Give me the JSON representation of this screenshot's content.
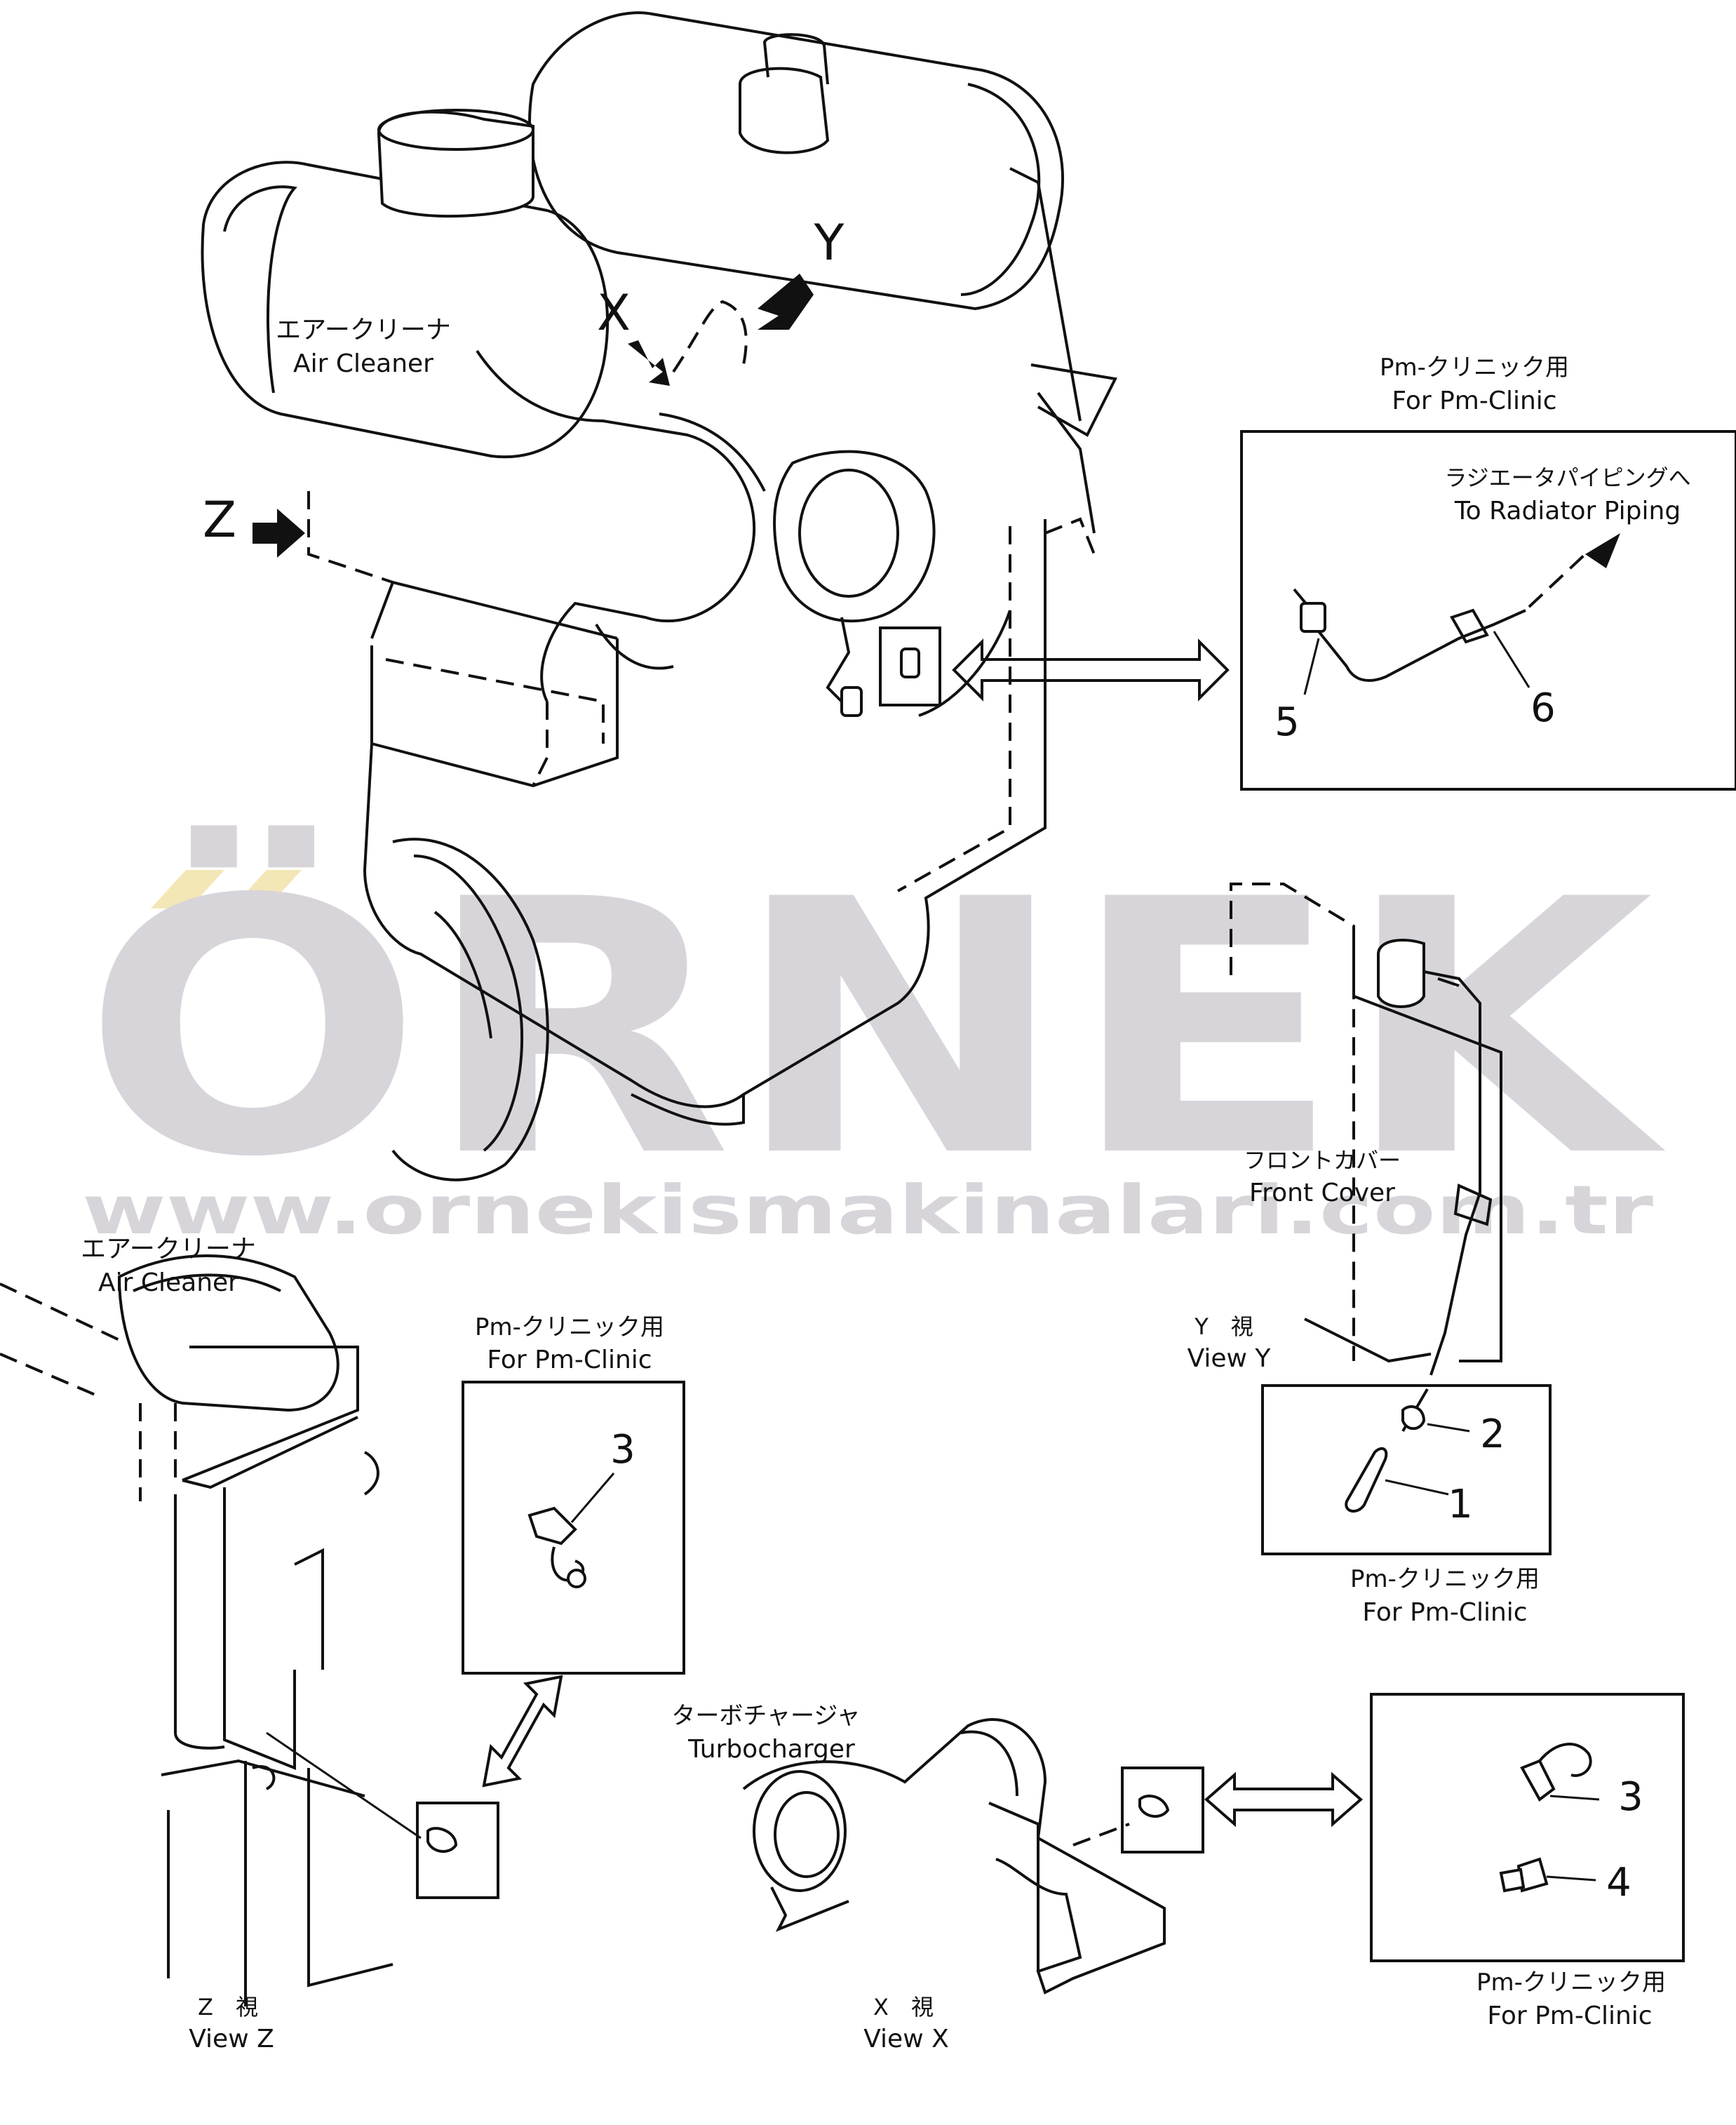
{
  "watermark": {
    "brand": "ÖRNEK",
    "url": "www.ornekismakinalari.com.tr",
    "color": "#d8d5da",
    "accent": "#f3e7b6"
  },
  "views": {
    "x_marker": "X",
    "y_marker": "Y",
    "z_marker": "Z"
  },
  "labels": {
    "air_cleaner_top_jp": "エアークリーナ",
    "air_cleaner_top_en": "Air Cleaner",
    "pm_clinic_1_jp": "Pm-クリニック用",
    "pm_clinic_1_en": "For Pm-Clinic",
    "radiator_jp": "ラジエータパイピングへ",
    "radiator_en": "To Radiator Piping",
    "front_cover_jp": "フロントカバー",
    "front_cover_en": "Front Cover",
    "air_cleaner_left_jp": "エアークリーナ",
    "air_cleaner_left_en": "Air Cleaner",
    "pm_clinic_2_jp": "Pm-クリニック用",
    "pm_clinic_2_en": "For Pm-Clinic",
    "view_y_jp": "Y　視",
    "view_y_en": "View Y",
    "pm_clinic_3_jp": "Pm-クリニック用",
    "pm_clinic_3_en": "For Pm-Clinic",
    "turbo_jp": "ターボチャージャ",
    "turbo_en": "Turbocharger",
    "pm_clinic_4_jp": "Pm-クリニック用",
    "pm_clinic_4_en": "For Pm-Clinic",
    "view_z_jp": "Z　視",
    "view_z_en": "View Z",
    "view_x_jp": "X　視",
    "view_x_en": "View X"
  },
  "callouts": {
    "c1": "1",
    "c2": "2",
    "c3a": "3",
    "c3b": "3",
    "c4": "4",
    "c5": "5",
    "c6": "6"
  }
}
